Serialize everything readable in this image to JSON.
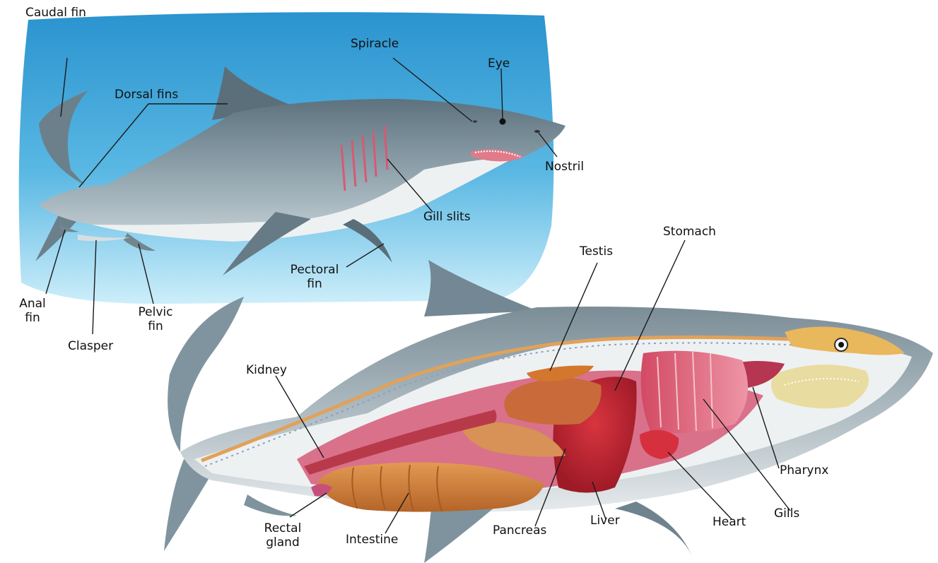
{
  "external_labels": {
    "caudal_fin": "Caudal fin",
    "dorsal_fins": "Dorsal fins",
    "spiracle": "Spiracle",
    "eye": "Eye",
    "nostril": "Nostril",
    "gill_slits": "Gill slits",
    "pectoral_fin": [
      "Pectoral",
      "fin"
    ],
    "pelvic_fin": [
      "Pelvic",
      "fin"
    ],
    "anal_fin": [
      "Anal",
      "fin"
    ],
    "clasper": "Clasper"
  },
  "internal_labels": {
    "testis": "Testis",
    "stomach": "Stomach",
    "kidney": "Kidney",
    "pharynx": "Pharynx",
    "rectal_gland": [
      "Rectal",
      "gland"
    ],
    "intestine": "Intestine",
    "pancreas": "Pancreas",
    "liver": "Liver",
    "heart": "Heart",
    "gills": "Gills"
  },
  "colors": {
    "water_top": "#2f9fd6",
    "water_bottom": "#bfe6f6",
    "shark_back": "#6f8490",
    "shark_belly": "#eef1f2",
    "organ_red": "#c8283c",
    "organ_orange": "#d9843a",
    "gill_pink": "#e2647a",
    "cartilage": "#e9dca0"
  }
}
